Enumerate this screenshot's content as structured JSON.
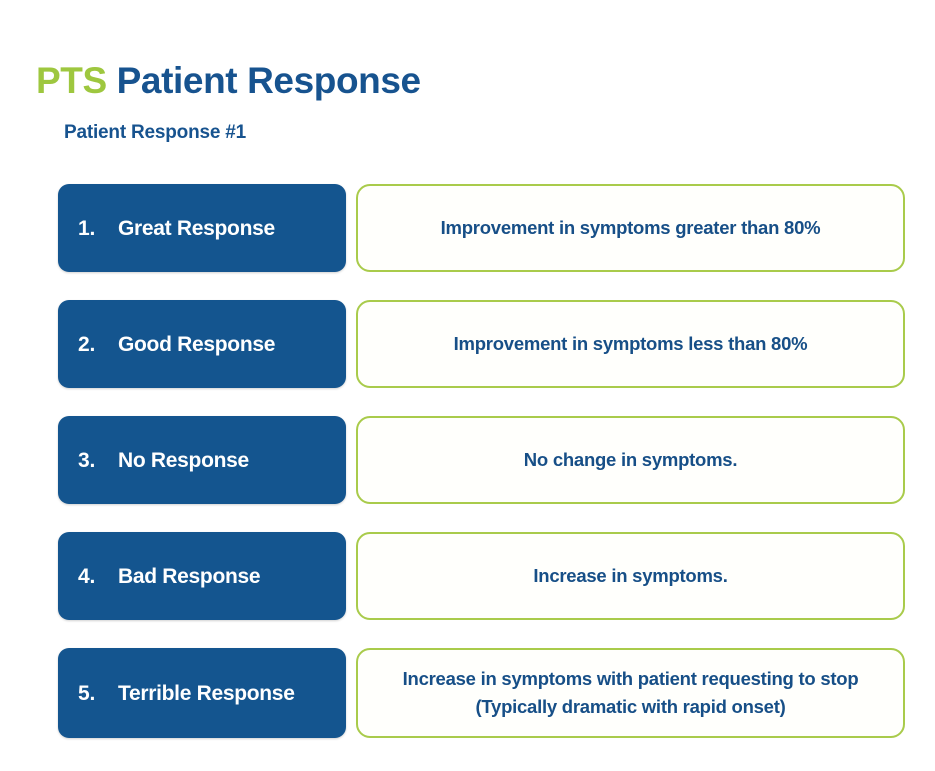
{
  "header": {
    "brand": "PTS",
    "title_rest": "Patient Response",
    "subtitle": "Patient Response #1"
  },
  "rows": [
    {
      "number": "1.",
      "label": "Great Response",
      "description": "Improvement in symptoms greater than 80%"
    },
    {
      "number": "2.",
      "label": "Good Response",
      "description": "Improvement in symptoms less than 80%"
    },
    {
      "number": "3.",
      "label": "No Response",
      "description": "No change in symptoms."
    },
    {
      "number": "4.",
      "label": "Bad Response",
      "description": "Increase in symptoms."
    },
    {
      "number": "5.",
      "label": "Terrible Response",
      "description": "Increase in symptoms with patient requesting to stop (Typically dramatic with rapid onset)"
    }
  ],
  "colors": {
    "brand_green": "#9ec73f",
    "brand_blue": "#17538f",
    "label_box_blue": "#14558f",
    "desc_border_green": "#a9cb4b",
    "desc_text_blue": "#174f87",
    "background": "#ffffff"
  }
}
